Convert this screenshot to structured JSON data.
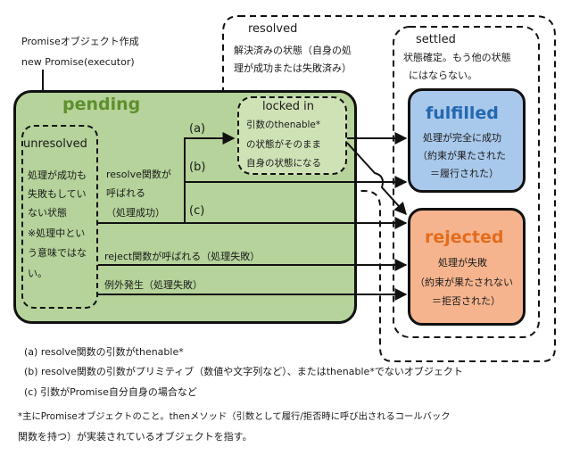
{
  "intro": {
    "line1": "Promiseオブジェクト作成",
    "line2": "new Promise(executor)"
  },
  "regions": {
    "resolved_title": "resolved",
    "resolved_desc1": "解決済みの状態（自身の処",
    "resolved_desc2": "理が成功または失敗済み）",
    "settled_title": "settled",
    "settled_desc1": "状態確定。もう他の状態",
    "settled_desc2": "にはならない。"
  },
  "pending": {
    "title": "pending",
    "unresolved_title": "unresolved",
    "unresolved_lines": [
      "処理が成功も",
      "失敗もしてい",
      "ない状態",
      "※処理中とい",
      "う意味ではな",
      "い。"
    ]
  },
  "locked_in": {
    "title": "locked in",
    "lines": [
      "引数のthenable*",
      "の状態がそのまま",
      "自身の状態になる"
    ]
  },
  "transitions": {
    "resolve_lines": [
      "resolve関数が",
      "呼ばれる",
      "（処理成功）"
    ],
    "label_a": "(a)",
    "label_b": "(b)",
    "label_c": "(c)",
    "reject_label": "reject関数が呼ばれる（処理失敗）",
    "exception_label": "例外発生（処理失敗）"
  },
  "fulfilled": {
    "title": "fulfilled",
    "lines": [
      "処理が完全に成功",
      "（約束が果たされた",
      "＝履行された）"
    ]
  },
  "rejected": {
    "title": "rejected",
    "lines": [
      "処理が失敗",
      "（約束が果たされない",
      "＝拒否された）"
    ]
  },
  "notes": {
    "a": "(a) resolve関数の引数がthenable*",
    "b": "(b) resolve関数の引数がプリミティブ（数値や文字列など）、またはthenable*でないオブジェクト",
    "c": "(c) 引数がPromise自分自身の場合など",
    "footnote1": "*主にPromiseオブジェクトのこと。thenメソッド（引数として履行/拒否時に呼び出されるコールバック",
    "footnote2": "関数を持つ）が実装されているオブジェクトを指す。"
  },
  "colors": {
    "pending_fill": "#b5d39a",
    "pending_title": "#5f8f2e",
    "fulfilled_fill": "#a9c9ec",
    "fulfilled_title": "#2468b0",
    "rejected_fill": "#f5b48e",
    "rejected_title": "#e46c1d",
    "locked_fill": "#cfe2b6"
  }
}
